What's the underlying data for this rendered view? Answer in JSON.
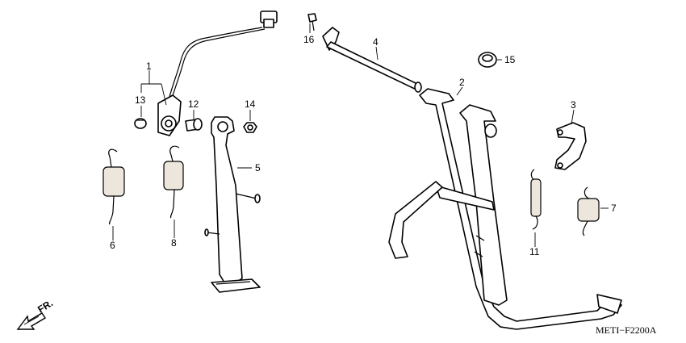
{
  "figure_code": "METI−F2200A",
  "direction_label": "FR.",
  "callouts": [
    {
      "id": "1",
      "text": "1"
    },
    {
      "id": "2",
      "text": "2"
    },
    {
      "id": "3",
      "text": "3"
    },
    {
      "id": "4",
      "text": "4"
    },
    {
      "id": "5",
      "text": "5"
    },
    {
      "id": "6",
      "text": "6"
    },
    {
      "id": "7",
      "text": "7"
    },
    {
      "id": "8",
      "text": "8"
    },
    {
      "id": "11",
      "text": "11"
    },
    {
      "id": "12",
      "text": "12"
    },
    {
      "id": "13",
      "text": "13"
    },
    {
      "id": "14",
      "text": "14"
    },
    {
      "id": "15",
      "text": "15"
    },
    {
      "id": "16",
      "text": "16"
    }
  ]
}
